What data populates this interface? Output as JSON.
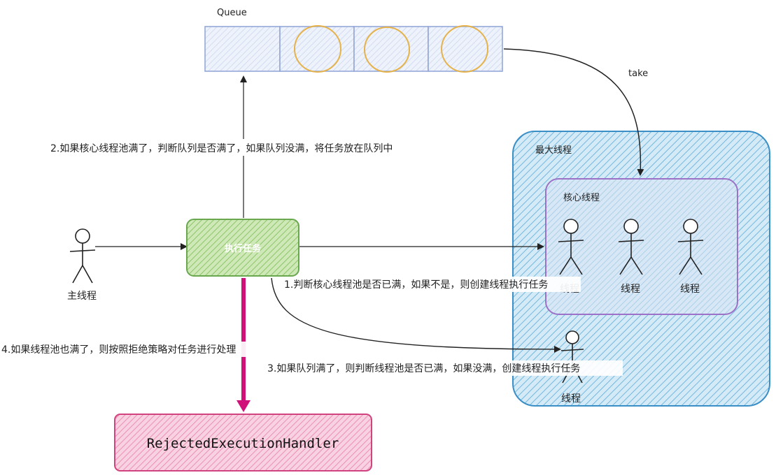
{
  "queue": {
    "label": "Queue"
  },
  "take": {
    "label": "take"
  },
  "main_thread": {
    "label": "主线程"
  },
  "execute_task": {
    "label": "执行任务"
  },
  "max_threads": {
    "label": "最大线程"
  },
  "core_threads": {
    "label": "核心线程"
  },
  "threads": {
    "core_1": "线程",
    "core_2": "线程",
    "core_3": "线程",
    "extra": "线程"
  },
  "steps": {
    "step1": "1.判断核心线程池是否已满，如果不是，则创建线程执行任务",
    "step2": "2.如果核心线程池满了，判断队列是否满了，如果队列没满，将任务放在队列中",
    "step3": "3.如果队列满了，则判断线程池是否已满，如果没满，创建线程执行任务",
    "step4": "4.如果线程池也满了，则按照拒绝策略对任务进行处理"
  },
  "handler": {
    "label": "RejectedExecutionHandler"
  },
  "colors": {
    "queue_fill": "#e6ecf8",
    "queue_stroke": "#8ea3d6",
    "circle": "#e6b24a",
    "task_fill": "#b9dc9a",
    "task_stroke": "#6aa84f",
    "max_fill": "#bfe1f3",
    "max_stroke": "#3b8fc7",
    "core_stroke": "#9b72c7",
    "handler_fill": "#f4b6cf",
    "handler_stroke": "#d0437e",
    "reject_arrow": "#d1117a"
  }
}
